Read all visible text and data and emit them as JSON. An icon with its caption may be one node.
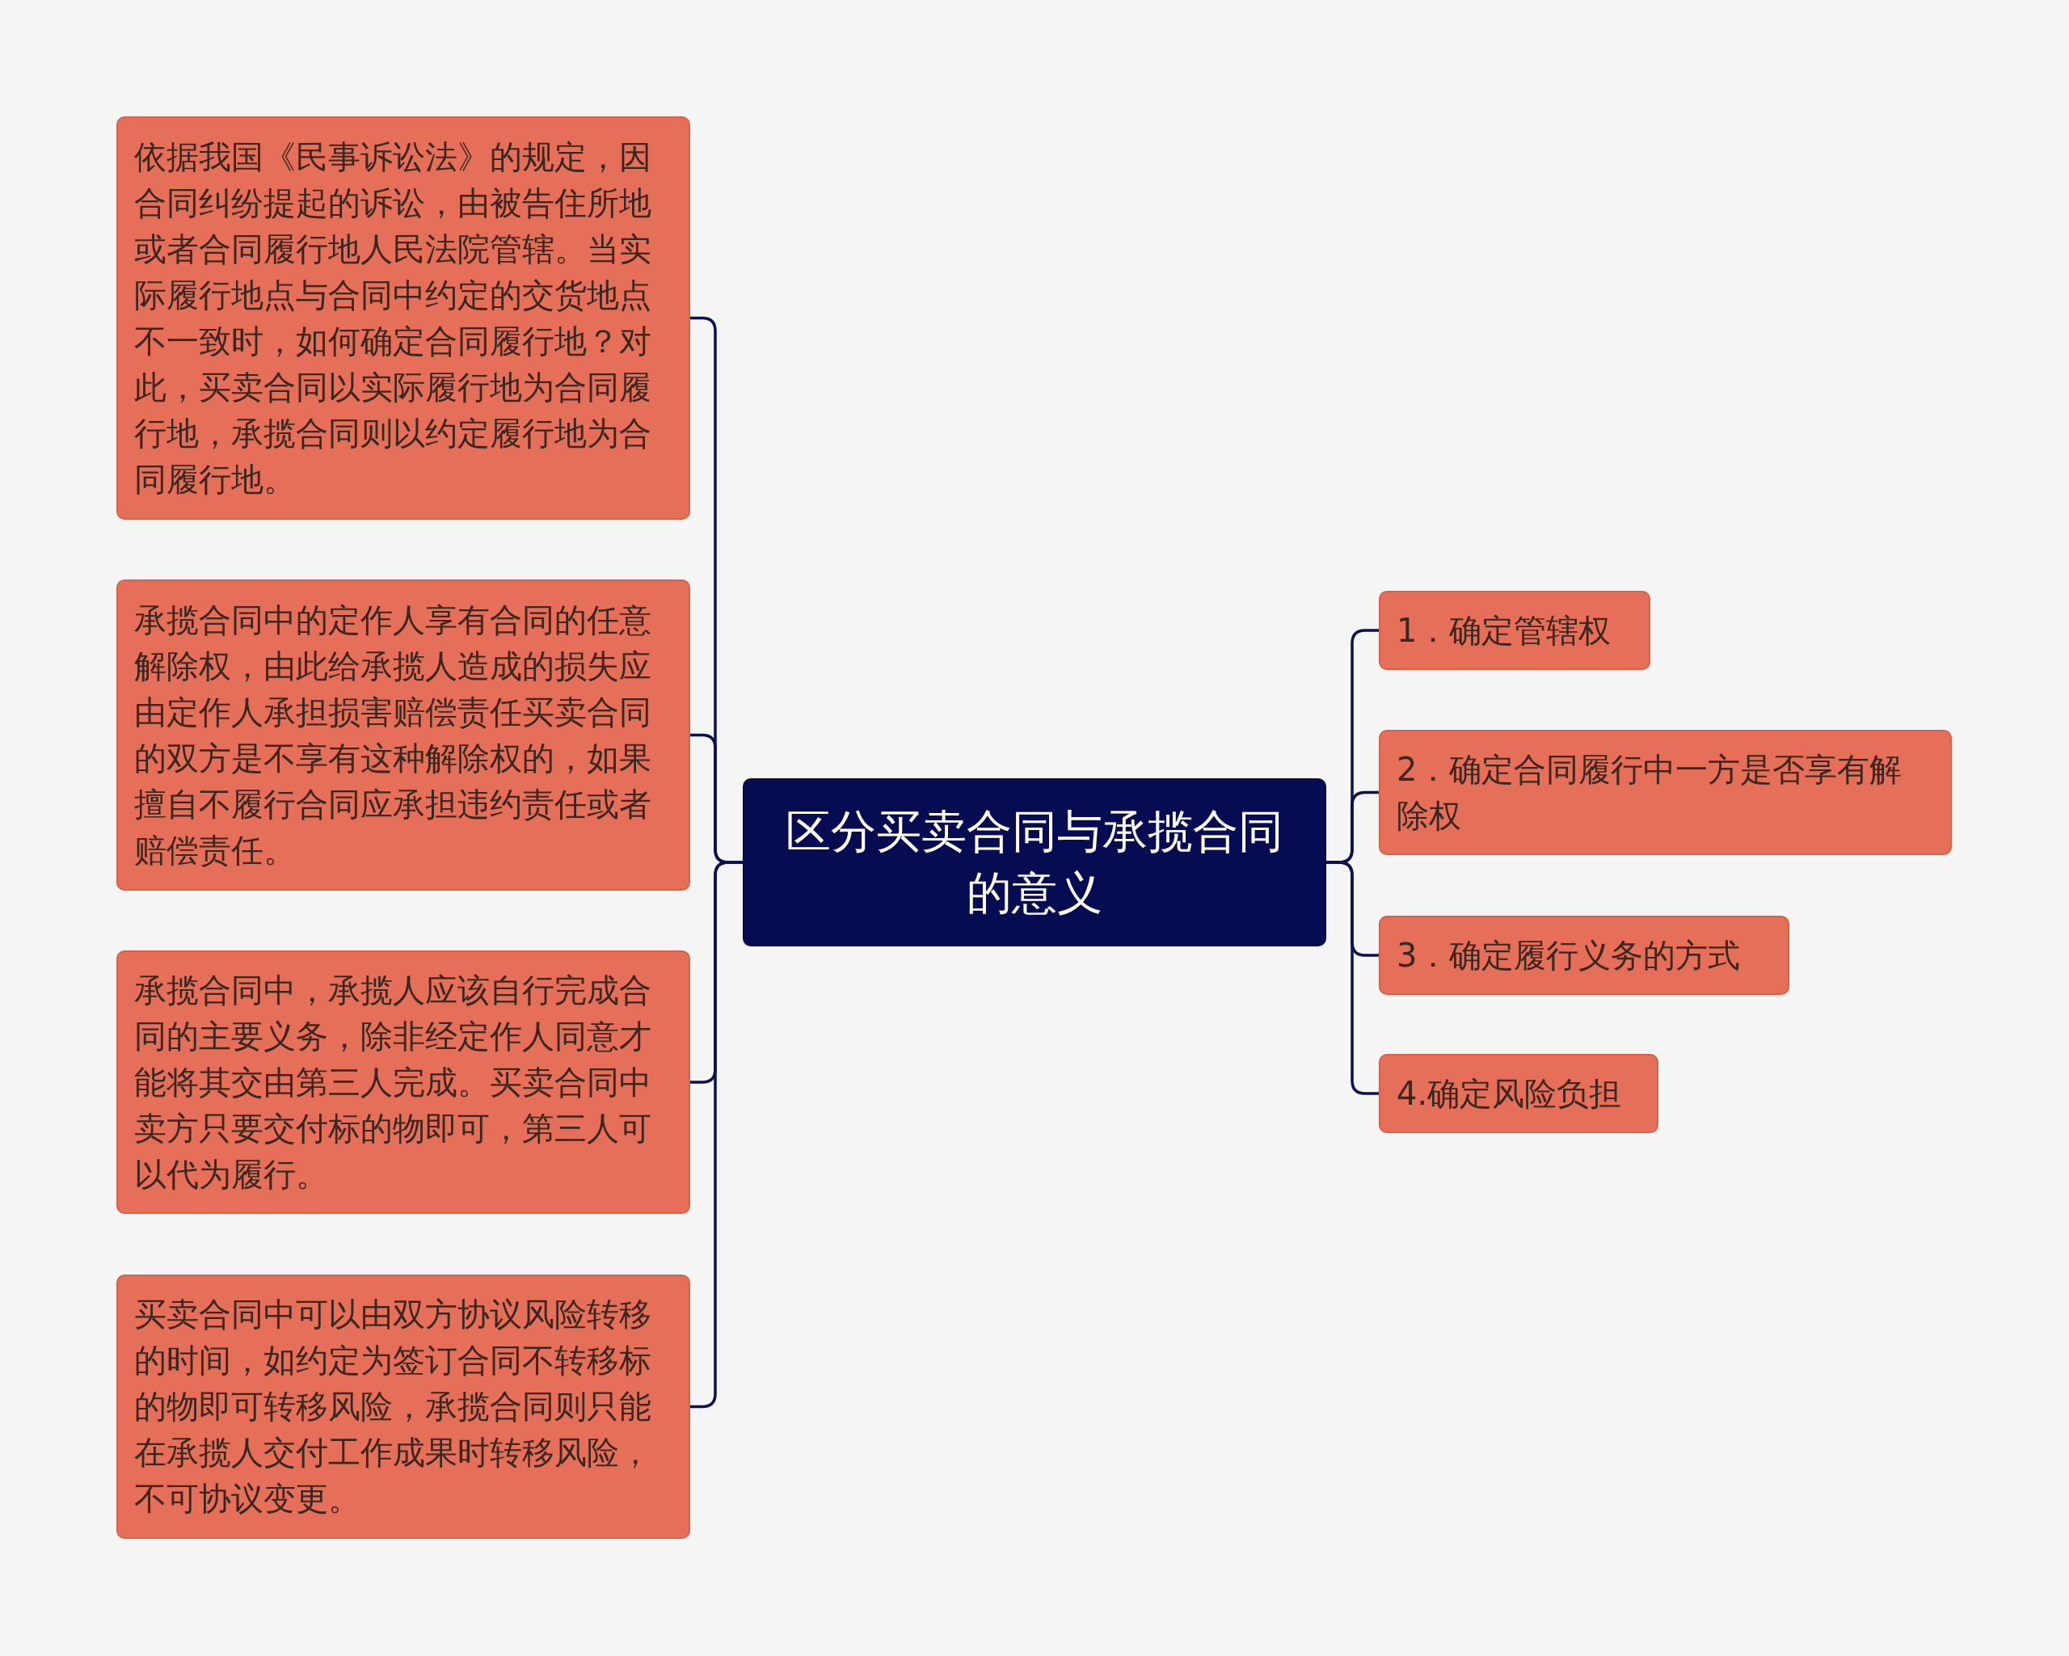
{
  "diagram": {
    "nodes": [
      {
        "text": [
          "区分买卖合同与承揽合同的意义"
        ]
      },
      {
        "text": [
          "依据我国《民事诉讼法》的规定，因合同纠纷提起的诉讼，由被告住所地或者合同履行地人民法院管辖。当实际履行地点与合同中约定的交货地点不一致时，如何确定合同履行地？对此，买卖合同以实际履行地为合同履行地，承揽合同则以约定履行地为合同履行地。"
        ]
      },
      {
        "text": [
          "承揽合同中的定作人享有合同的任意解除权，由此给承揽人造成的损失应由定作人承担损害赔偿责任买卖合同的双方是不享有这种解除权的，如果擅自不履行合同应承担违约责任或者赔偿责任。"
        ]
      },
      {
        "text": [
          "承揽合同中，承揽人应该自行完成合同的主要义务，除非经定作人同意才能将其交由第三人完成。买卖合同中卖方只要交付标的物即可，第三人可以代为履行。"
        ]
      },
      {
        "text": [
          "买卖合同中可以由双方协议风险转移的时间，如约定为签订合同不转移标的物即可转移风险，承揽合同则只能在承揽人交付工作成果时转移风险，不可协议变更。"
        ]
      },
      {
        "text": [
          "1．确定管辖权"
        ]
      },
      {
        "text": [
          "2．确定合同履行中一方是否享有解除权"
        ]
      },
      {
        "text": [
          "3．确定履行义务的方式"
        ]
      },
      {
        "text": [
          "4.确定风险负担"
        ]
      }
    ],
    "edges": [
      {
        "from": 0,
        "to": 1,
        "arrow": "none"
      },
      {
        "from": 0,
        "to": 2,
        "arrow": "none"
      },
      {
        "from": 0,
        "to": 3,
        "arrow": "none"
      },
      {
        "from": 0,
        "to": 4,
        "arrow": "none"
      },
      {
        "from": 0,
        "to": 5,
        "arrow": "none"
      },
      {
        "from": 0,
        "to": 6,
        "arrow": "none"
      },
      {
        "from": 0,
        "to": 7,
        "arrow": "none"
      },
      {
        "from": 0,
        "to": 8,
        "arrow": "none"
      }
    ]
  }
}
